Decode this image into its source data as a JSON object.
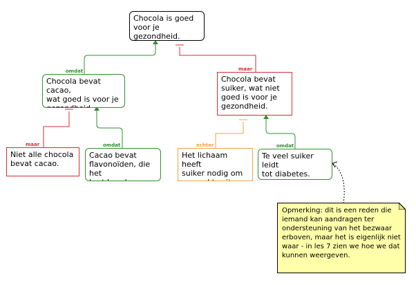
{
  "nodes": {
    "root": {
      "text": "Chocola is goed\nvoor je gezondheid."
    },
    "reason_cacao": {
      "text": "Chocola bevat cacao,\nwat goed is voor je\ngezondheid."
    },
    "objection_sugar": {
      "text": "Chocola bevat\nsuiker, wat niet\ngoed is voor je\ngezondheid."
    },
    "objection_not_all": {
      "text": "Niet alle chocola\nbevat cacao."
    },
    "reason_flavonoids": {
      "text": "Cacao bevat\nflavonoïden, die het\nhart beschermen."
    },
    "rebuttal_body_needs": {
      "text": "Het lichaam heeft\nsuiker nodig om\ngezond te zijn."
    },
    "reason_diabetes": {
      "text": "Te veel suiker leidt\ntot diabetes."
    }
  },
  "edge_labels": {
    "omdat_left": "omdat",
    "maar_right": "maar",
    "maar_left": "maar",
    "omdat_flavonoids": "omdat",
    "echter": "echter",
    "omdat_diabetes": "omdat"
  },
  "note": {
    "text": "Opmerking: dit is een reden die iemand kan aandragen ter ondersteuning van het bezwaar erboven, maar het is eigenlijk niet waar - in les 7 zien we hoe we dat kunnen weergeven."
  },
  "colors": {
    "support": "#2f8f2f",
    "objection": "#d03030",
    "rebuttal": "#f0a040",
    "claim_border": "#000000",
    "note_fill": "#ffffaa"
  }
}
